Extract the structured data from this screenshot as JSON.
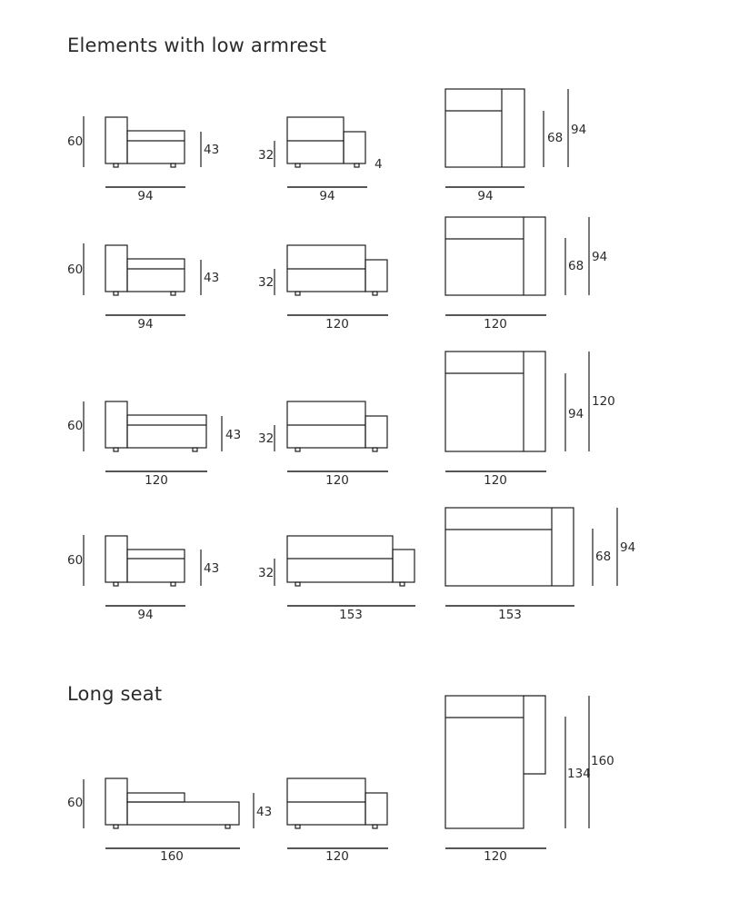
{
  "sections": [
    {
      "title": "Elements with low armrest"
    },
    {
      "title": "Long seat"
    }
  ],
  "rows": [
    {
      "side_left": {
        "height": "60",
        "seat_height": "43",
        "width": "94"
      },
      "side_right": {
        "back_height": "32",
        "foot": "4",
        "width": "94"
      },
      "plan": {
        "depth_inner": "68",
        "depth": "94",
        "width": "94"
      }
    },
    {
      "side_left": {
        "height": "60",
        "seat_height": "43",
        "width": "94"
      },
      "side_right": {
        "back_height": "32",
        "width": "120"
      },
      "plan": {
        "depth_inner": "68",
        "depth": "94",
        "width": "120"
      }
    },
    {
      "side_left": {
        "height": "60",
        "seat_height": "43",
        "width": "120"
      },
      "side_right": {
        "back_height": "32",
        "width": "120"
      },
      "plan": {
        "depth_inner": "94",
        "depth": "120",
        "width": "120"
      }
    },
    {
      "side_left": {
        "height": "60",
        "seat_height": "43",
        "width": "94"
      },
      "side_right": {
        "back_height": "32",
        "width": "153"
      },
      "plan": {
        "depth_inner": "68",
        "depth": "94",
        "width": "153"
      }
    },
    {
      "side_left": {
        "height": "60",
        "seat_height": "43",
        "width": "160"
      },
      "side_right": {
        "width": "120"
      },
      "plan": {
        "depth_inner": "134",
        "depth": "160",
        "width": "120"
      }
    }
  ]
}
